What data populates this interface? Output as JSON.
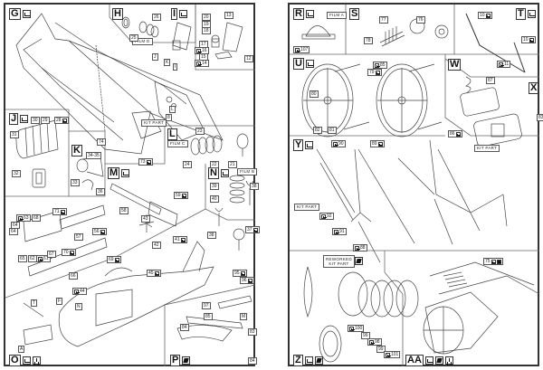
{
  "document": {
    "type": "assembly instructions",
    "pages": [
      {
        "side": "left",
        "sections": [
          {
            "letter": "G",
            "symbols": [
              "glue"
            ],
            "labels": [
              "J",
              "K",
              "I",
              "L",
              "8"
            ],
            "notes": [
              "KIT PART"
            ]
          },
          {
            "letter": "H",
            "symbols": [],
            "labels": [
              "26",
              "25"
            ],
            "notes": [
              "FILM D"
            ]
          },
          {
            "letter": "I",
            "symbols": [
              "glue"
            ],
            "labels": [
              "20",
              "19",
              "18",
              "17",
              "16",
              "15",
              "14",
              "13",
              "12"
            ],
            "glued": [
              "16",
              "14"
            ]
          },
          {
            "letter": "J",
            "symbols": [
              "glue"
            ],
            "labels": [
              "30",
              "29",
              "28",
              "31",
              "32"
            ],
            "glued": [
              "28"
            ]
          },
          {
            "letter": "K",
            "symbols": [],
            "labels": [
              "34-35",
              "33",
              "36"
            ]
          },
          {
            "letter": "L",
            "symbols": [],
            "labels": [
              "23",
              "24",
              "22",
              "21"
            ],
            "notes": [
              "FILM C"
            ]
          },
          {
            "letter": "M",
            "symbols": [
              "glue"
            ],
            "labels": [
              "59",
              "43",
              "42",
              "41",
              "58",
              "57",
              "56",
              "71",
              "63",
              "68",
              "64",
              "64",
              "65",
              "62",
              "61",
              "67",
              "70",
              "69",
              "66",
              "74",
              "73"
            ],
            "glued": [
              "59",
              "41",
              "56",
              "71",
              "63",
              "61",
              "70",
              "69",
              "73"
            ]
          },
          {
            "letter": "N",
            "symbols": [
              "glue"
            ],
            "labels": [
              "39",
              "40",
              "38",
              "38",
              "37"
            ],
            "glued": [
              "37"
            ],
            "notes": [
              "FILM B"
            ]
          },
          {
            "letter": "O",
            "symbols": [
              "glue",
              "fill"
            ],
            "labels": [
              "45",
              "44",
              "T",
              "F",
              "N",
              "A"
            ],
            "glued": [
              "45",
              "44"
            ]
          },
          {
            "letter": "P",
            "symbols": [
              "paint"
            ],
            "labels": [
              "95",
              "96",
              "97",
              "85",
              "84",
              "M",
              "83",
              "84"
            ],
            "glued": [
              "95",
              "96"
            ],
            "painted": [
              "85",
              "84"
            ]
          }
        ]
      },
      {
        "side": "right",
        "sections": [
          {
            "letter": "R",
            "symbols": [
              "glue"
            ],
            "labels": [
              "107"
            ],
            "glued": [
              "107"
            ],
            "notes": [
              "FILM A"
            ]
          },
          {
            "letter": "S",
            "symbols": [],
            "labels": [
              "77",
              "76",
              "78"
            ]
          },
          {
            "letter": "T",
            "symbols": [
              "glue"
            ],
            "labels": [
              "10",
              "10",
              "11"
            ],
            "glued": [
              "10",
              "10",
              "11"
            ]
          },
          {
            "letter": "U",
            "symbols": [
              "glue"
            ],
            "labels": [
              "85",
              "79",
              "80",
              "82",
              "81",
              "86"
            ],
            "glued": [
              "85",
              "79",
              "86"
            ]
          },
          {
            "letter": "W",
            "symbols": [],
            "labels": [
              "87"
            ]
          },
          {
            "letter": "X",
            "symbols": [],
            "labels": [
              "83"
            ],
            "notes": [
              "KIT PART"
            ]
          },
          {
            "letter": "Y",
            "symbols": [
              "glue"
            ],
            "labels": [
              "90",
              "89",
              "92",
              "91",
              "88"
            ],
            "glued": [
              "90",
              "89",
              "92",
              "91",
              "88"
            ],
            "notes": [
              "KIT PART"
            ]
          },
          {
            "letter": "Z",
            "symbols": [
              "glue",
              "paint"
            ],
            "labels": [
              "100",
              "99",
              "98",
              "99",
              "101"
            ],
            "glued": [
              "100",
              "98",
              "101"
            ],
            "notes": [
              "REWORKED KIT PART"
            ]
          },
          {
            "letter": "AA",
            "symbols": [
              "glue",
              "paint",
              "fill"
            ],
            "labels": [
              "75"
            ],
            "glued": [
              "75"
            ]
          }
        ]
      }
    ]
  },
  "L": {
    "G": "G",
    "H": "H",
    "I": "I",
    "J": "J",
    "K": "K",
    "L": "L",
    "M": "M",
    "N": "N",
    "O": "O",
    "P": "P",
    "kit_part": "KIT PART",
    "film_d": "FILM D",
    "film_c": "FILM C",
    "film_b": "FILM B",
    "h26": "26",
    "h25": "25",
    "i20": "20",
    "i19": "19",
    "i18": "18",
    "i17": "17",
    "i16": "16",
    "i15": "15",
    "i14": "14",
    "i13": "13",
    "i12": "12",
    "gJ": "J",
    "gK": "K",
    "gI": "I",
    "gL": "L",
    "g8": "8",
    "j30": "30",
    "j29": "29",
    "j28": "28",
    "j31": "31",
    "j32": "32",
    "k3435": "34-35",
    "k33": "33",
    "k36": "36",
    "l23": "23",
    "l24": "24",
    "l22": "22",
    "l21": "21",
    "m59": "59",
    "m43": "43",
    "m42": "42",
    "m41": "41",
    "m58": "58",
    "m57": "57",
    "m56": "56",
    "m71": "71",
    "m63": "63",
    "m68": "68",
    "m64a": "64",
    "m64b": "64",
    "m65": "65",
    "m62": "62",
    "m61": "61",
    "m67": "67",
    "m70": "70",
    "m69": "69",
    "m66": "66",
    "m74": "74",
    "m73": "73",
    "n39": "39",
    "n40": "40",
    "n38a": "38",
    "n38b": "38",
    "n37": "37",
    "o45": "45",
    "o44": "44",
    "oT": "T",
    "oF": "F",
    "oN": "N",
    "oA": "A",
    "p95": "95",
    "p96": "96",
    "p97": "97",
    "p85": "85",
    "p84a": "84",
    "pM": "M",
    "p83": "83",
    "p84b": "84"
  },
  "R": {
    "R": "R",
    "S": "S",
    "T": "T",
    "U": "U",
    "W": "W",
    "X": "X",
    "Y": "Y",
    "Z": "Z",
    "AA": "AA",
    "film_a": "FILM A",
    "r107": "107",
    "s77": "77",
    "s76": "76",
    "s78": "78",
    "t10a": "10",
    "t10b": "10",
    "t11": "11",
    "u85": "85",
    "u79": "79",
    "u80": "80",
    "u82": "82",
    "u81": "81",
    "u86": "86",
    "w87": "87",
    "x83": "83",
    "kit_part_x": "KIT PART",
    "y90": "90",
    "y89": "89",
    "y92": "92",
    "y91": "91",
    "y88": "88",
    "kit_part_y": "KIT PART",
    "reworked": "REWORKED",
    "kit_part_z": "KIT PART",
    "z100": "100",
    "z99a": "99",
    "z98": "98",
    "z99b": "99",
    "z101": "101",
    "aa75": "75"
  }
}
